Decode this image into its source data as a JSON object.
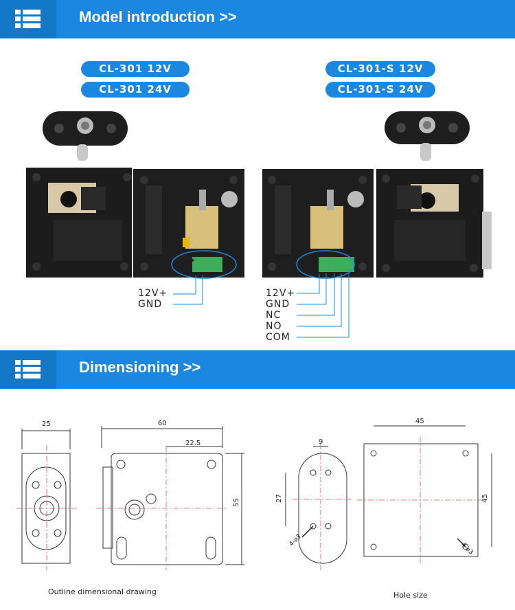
{
  "sections": {
    "intro_title": "Model introduction >>",
    "dim_title": "Dimensioning >>"
  },
  "models": {
    "left": [
      "CL-301 12V",
      "CL-301 24V"
    ],
    "right": [
      "CL-301-S 12V",
      "CL-301-S 24V"
    ]
  },
  "wiring": {
    "left": [
      "12V+",
      "GND"
    ],
    "right": [
      "12V+",
      "GND",
      "NC",
      "NO",
      "COM"
    ]
  },
  "dimensions": {
    "d25": "25",
    "d60": "60",
    "d22_5": "22.5",
    "d55": "55",
    "d9": "9",
    "d27": "27",
    "hole_left": "4-⌀3",
    "d45_top": "45",
    "d45_side": "45",
    "hole_right": "4-⌀3"
  },
  "captions": {
    "outline": "Outline dimensional drawing",
    "hole": "Hole size"
  },
  "colors": {
    "accent": "#1a88e0",
    "dark_accent": "#1478c8"
  },
  "icons": {
    "section_icon": "list-icon"
  }
}
